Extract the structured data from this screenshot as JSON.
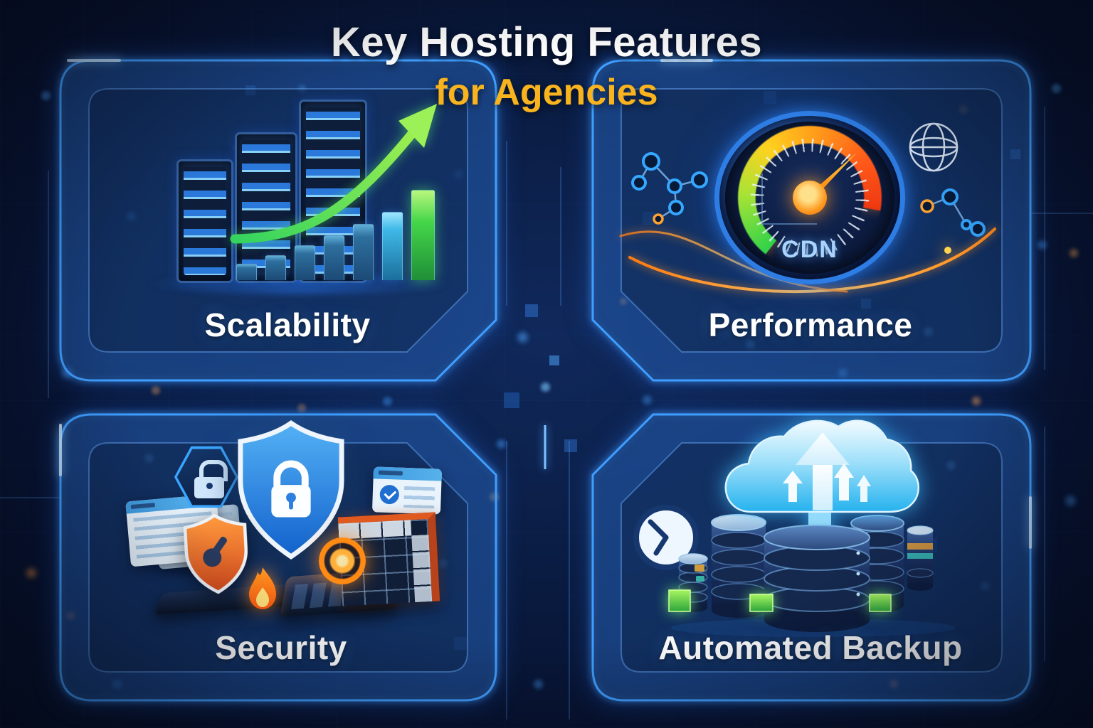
{
  "title": {
    "line1": "Key Hosting Features",
    "line2": "for Agencies"
  },
  "quadrants": {
    "scalability": {
      "label": "Scalability",
      "icon": "server-racks-growth-chart-icon"
    },
    "performance": {
      "label": "Performance",
      "icon": "speedometer-icon",
      "gauge_text": "CDN"
    },
    "security": {
      "label": "Security",
      "icon": "shield-padlock-icon"
    },
    "backup": {
      "label": "Automated Backup",
      "icon": "cloud-upload-database-icon"
    }
  },
  "icons": [
    "server-rack-icon",
    "growth-arrow-icon",
    "bar-chart-icon",
    "speedometer-icon",
    "globe-icon",
    "network-graph-icon",
    "shield-padlock-icon",
    "hexagon-lock-icon",
    "alert-shield-icon",
    "flame-icon",
    "firewall-grid-icon",
    "sync-ring-icon",
    "document-card-icon",
    "checklist-card-icon",
    "cloud-upload-icon",
    "upload-arrow-icon",
    "database-stack-icon",
    "clock-icon",
    "backup-cube-icon"
  ],
  "colors": {
    "background_navy": "#0a1c42",
    "neon_blue": "#3f9eff",
    "accent_gold": "#f8b31e",
    "growth_green": "#45d649",
    "gauge_green": "#2fd24a",
    "gauge_yellow": "#ffd21f",
    "gauge_red": "#ee3810",
    "alert_orange": "#ff8a1a",
    "cloud_cyan": "#25b2ee",
    "text_white": "#ffffff"
  }
}
